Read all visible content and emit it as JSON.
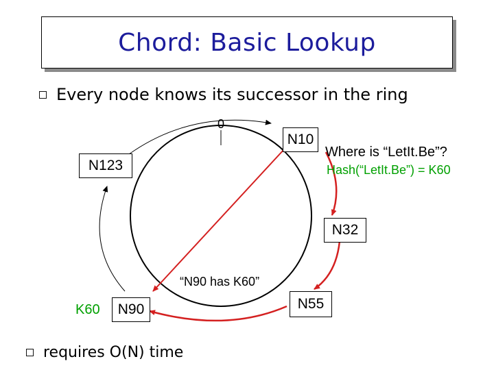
{
  "title": "Chord: Basic Lookup",
  "bullets": [
    "Every node knows its successor in the ring",
    "requires O(N) time"
  ],
  "ring": {
    "zero_label": "0",
    "nodes": [
      "N10",
      "N32",
      "N55",
      "N90",
      "N123"
    ],
    "key_label": "K60",
    "question": "Where is “LetIt.Be”?",
    "hash": "Hash(“LetIt.Be”) = K60",
    "answer": "“N90 has K60”"
  },
  "colors": {
    "title": "#1c1c9c",
    "red_arrow": "#d42020",
    "green_text": "#00a000"
  }
}
